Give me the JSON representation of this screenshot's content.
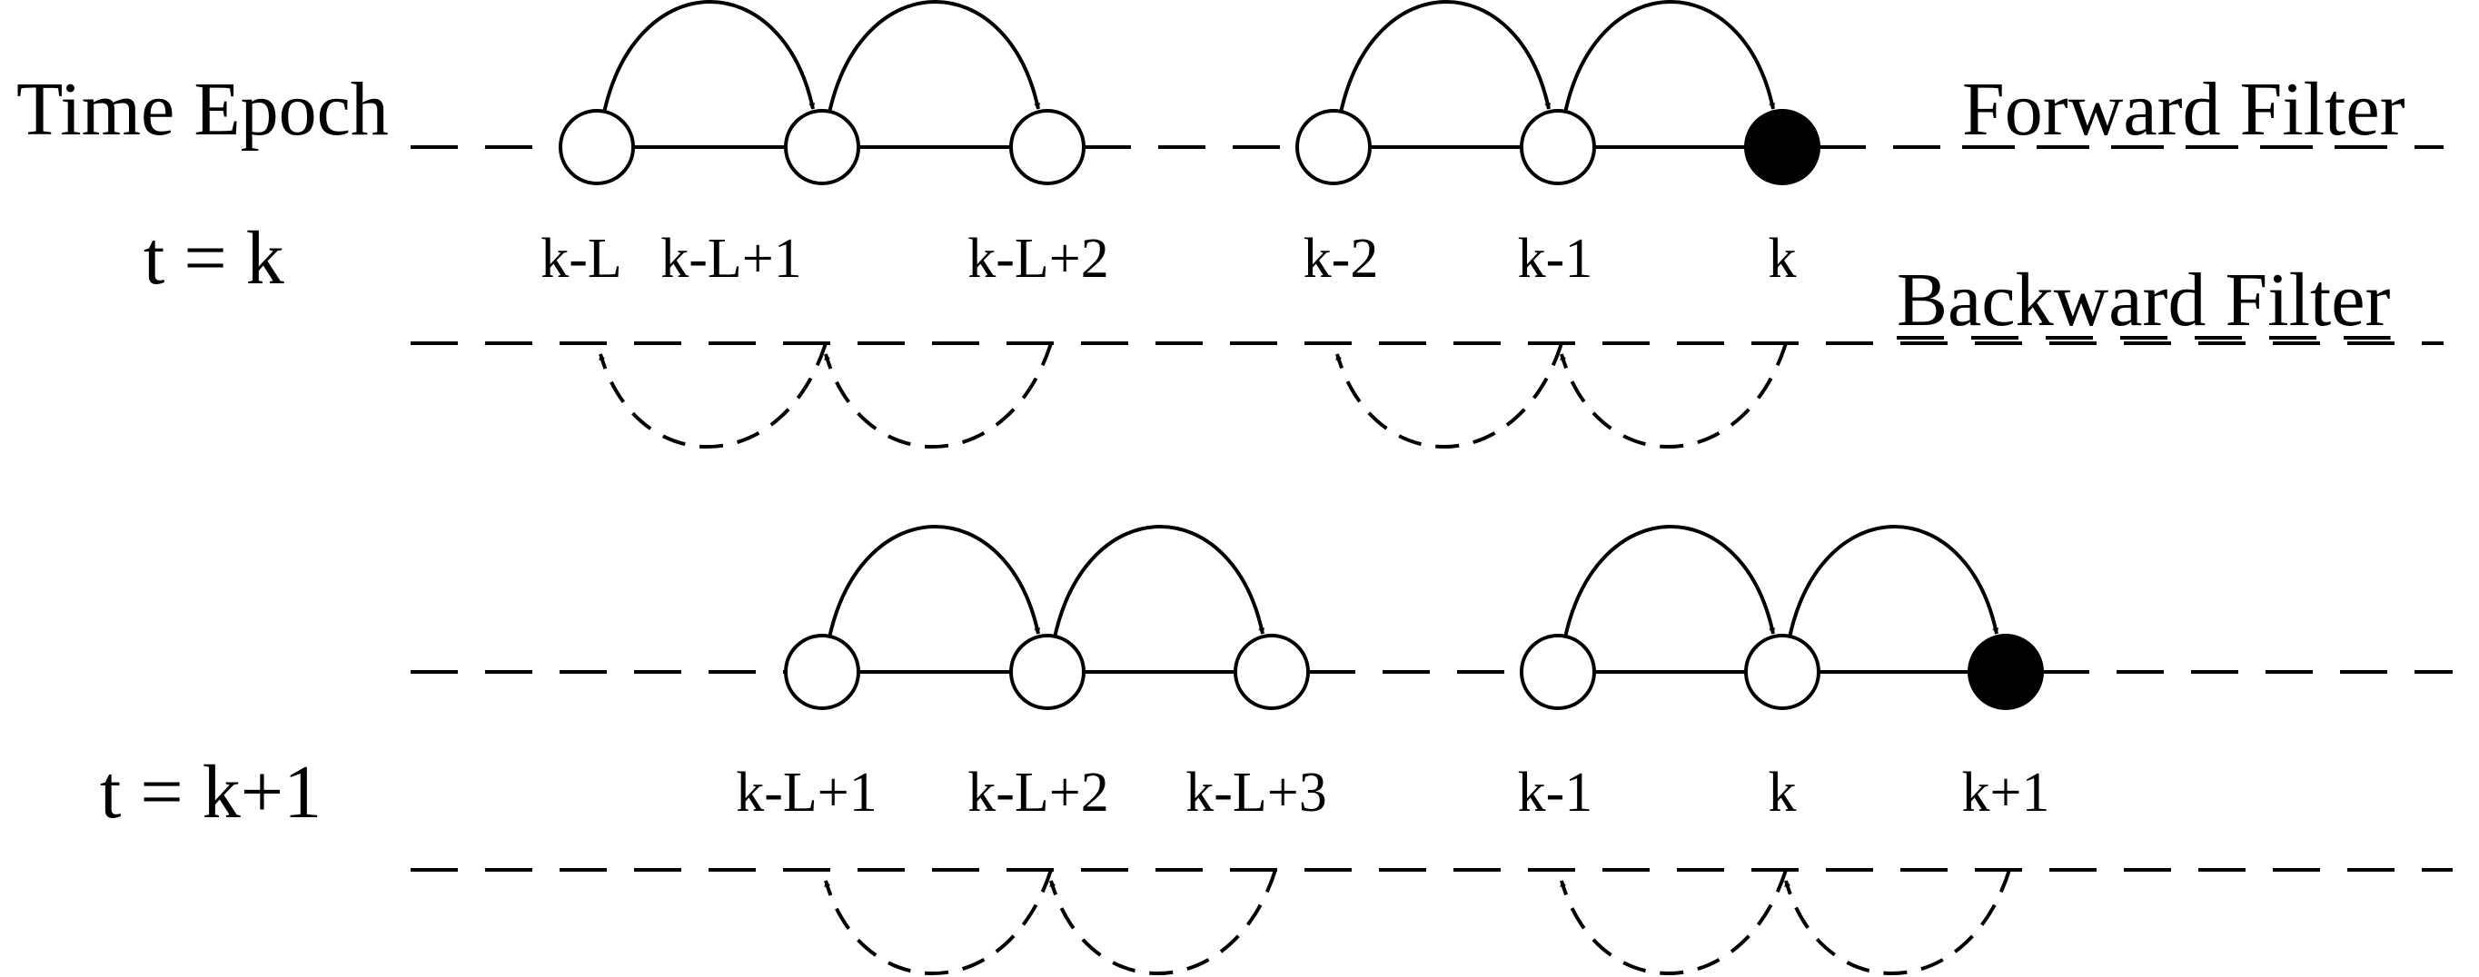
{
  "header": {
    "time_epoch": "Time Epoch",
    "forward_filter": "Forward Filter",
    "backward_filter": "Backward Filter"
  },
  "rows": [
    {
      "epoch_label": "t = k",
      "nodes": [
        {
          "label": "k-L",
          "filled": false
        },
        {
          "label": "k-L+1",
          "filled": false
        },
        {
          "label": "k-L+2",
          "filled": false
        },
        {
          "label": "k-2",
          "filled": false
        },
        {
          "label": "k-1",
          "filled": false
        },
        {
          "label": "k",
          "filled": true
        }
      ]
    },
    {
      "epoch_label": "t = k+1",
      "nodes": [
        {
          "label": "k-L+1",
          "filled": false
        },
        {
          "label": "k-L+2",
          "filled": false
        },
        {
          "label": "k-L+3",
          "filled": false
        },
        {
          "label": "k-1",
          "filled": false
        },
        {
          "label": "k",
          "filled": false
        },
        {
          "label": "k+1",
          "filled": true
        }
      ]
    }
  ]
}
